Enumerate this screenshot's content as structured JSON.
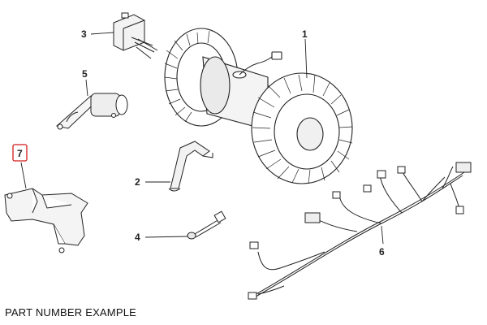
{
  "callouts": [
    {
      "id": "1",
      "label": "1"
    },
    {
      "id": "2",
      "label": "2"
    },
    {
      "id": "3",
      "label": "3"
    },
    {
      "id": "4",
      "label": "4"
    },
    {
      "id": "5",
      "label": "5"
    },
    {
      "id": "6",
      "label": "6"
    },
    {
      "id": "7",
      "label": "7"
    }
  ],
  "highlighted_callout": "7",
  "highlight_color": "#d11a1a",
  "caption": "PART NUMBER EXAMPLE"
}
